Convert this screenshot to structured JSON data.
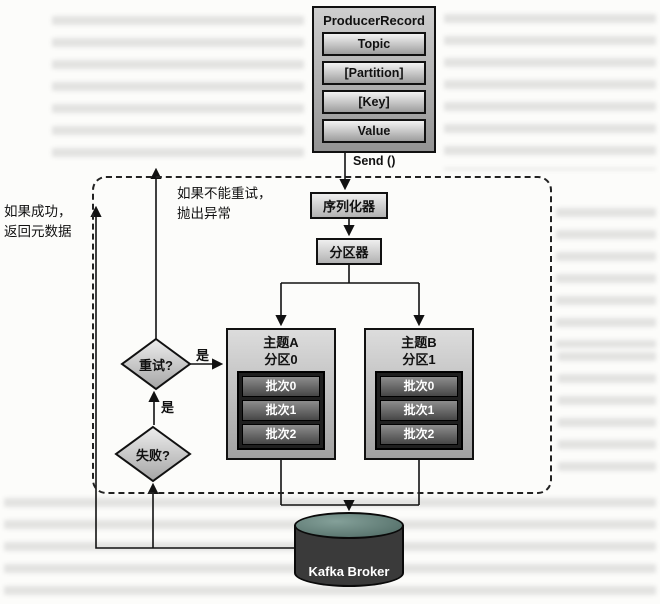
{
  "diagram": {
    "producer_record": {
      "title": "ProducerRecord",
      "fields": [
        "Topic",
        "[Partition]",
        "[Key]",
        "Value"
      ]
    },
    "send_label": "Send ()",
    "serializer_label": "序列化器",
    "partitioner_label": "分区器",
    "retry_label": "重试?",
    "fail_label": "失败?",
    "yes_label_retry": "是",
    "yes_label_fail": "是",
    "success_note": [
      "如果成功，",
      "返回元数据"
    ],
    "exception_note": [
      "如果不能重试，",
      "抛出异常"
    ],
    "topics": [
      {
        "name": "主题A",
        "partition": "分区0",
        "batches": [
          "批次0",
          "批次1",
          "批次2"
        ]
      },
      {
        "name": "主题B",
        "partition": "分区1",
        "batches": [
          "批次0",
          "批次1",
          "批次2"
        ]
      }
    ],
    "broker_label": "Kafka Broker",
    "colors": {
      "box_border": "#111111",
      "batch_container": "#1f1f1f",
      "broker_top": "#5f7d76",
      "broker_body": "#3a3a3a",
      "dashed_border": "#222222"
    }
  }
}
